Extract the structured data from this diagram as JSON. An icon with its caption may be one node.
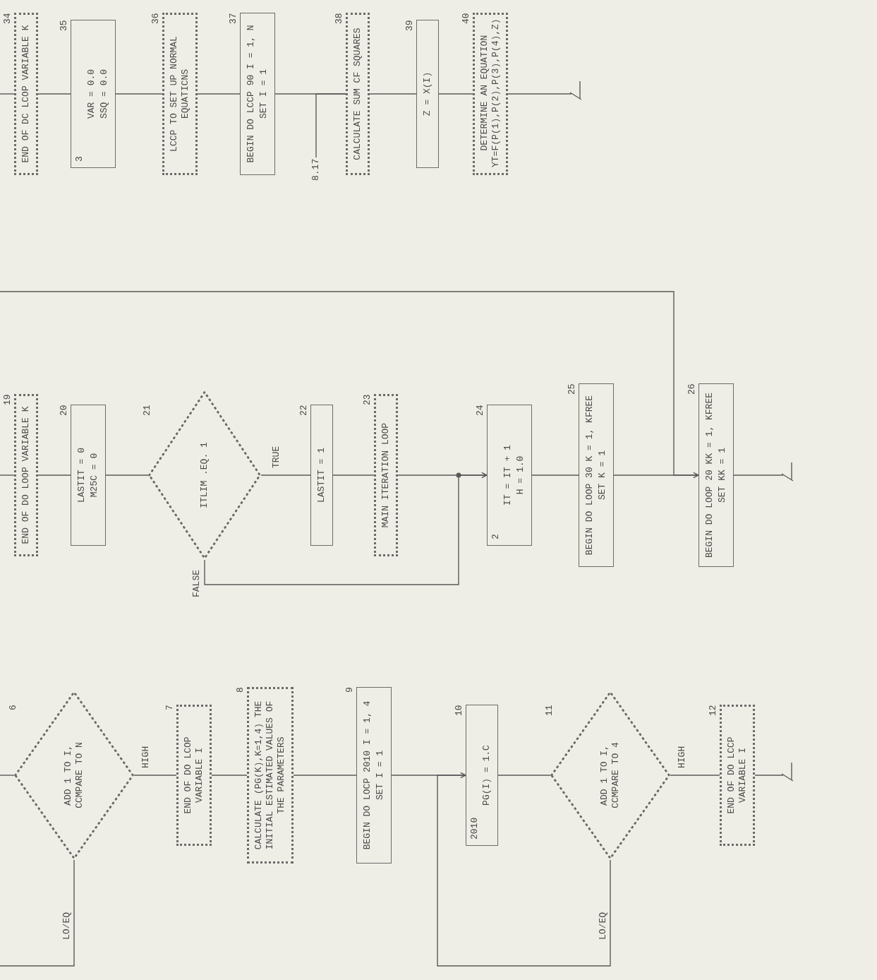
{
  "diagram": {
    "nodes": [
      {
        "text": [
          "ADD 1 TO I, CCMPARE TO N"
        ],
        "beside": [
          "6"
        ]
      },
      {
        "text": [
          "END OF DO LCOP VARIABLE I"
        ],
        "beside": [
          "7"
        ]
      },
      {
        "text": [
          "CALCULATE (PG(K),K=1,4) THE INITIAL ESTIMATED VALUES OF THE PARAMETERS"
        ],
        "beside": [
          "8"
        ]
      },
      {
        "text": [
          "BEGIN DO LOCP 2010 I = 1, 4",
          "SET I = 1"
        ],
        "beside": [
          "9"
        ]
      },
      {
        "text": [
          "2010",
          "PG(I) = 1.C"
        ],
        "beside": [
          "10"
        ]
      },
      {
        "text": [
          "ADD 1 TO I, CCMPARE TO 4"
        ],
        "beside": [
          "11"
        ]
      },
      {
        "text": [
          "END OF DO LCCP VARIABLE I"
        ],
        "beside": [
          "12"
        ]
      },
      {
        "text": [
          "END OF DO LOOP VARIABLE K"
        ],
        "beside": [
          "19"
        ]
      },
      {
        "text": [
          "LASTIT = 0",
          "M25C = 0"
        ],
        "beside": [
          "20"
        ]
      },
      {
        "text": [
          "ITLIM .EQ. 1"
        ],
        "beside": [
          "21"
        ]
      },
      {
        "text": [
          "LASTIT = 1"
        ],
        "beside": [
          "22"
        ]
      },
      {
        "text": [
          "MAIN ITERATION LOOP"
        ],
        "beside": [
          "23"
        ]
      },
      {
        "text": [
          "2",
          "IT = IT + 1",
          "H = 1.0"
        ],
        "beside": [
          "24"
        ]
      },
      {
        "text": [
          "BEGIN DO LOOP 30 K = 1, KFREE",
          "SET K = 1"
        ],
        "beside": [
          "25"
        ]
      },
      {
        "text": [
          "BEGIN DO LOOP 20 KK = 1, KFREE",
          "SET KK = 1"
        ],
        "beside": [
          "26"
        ]
      },
      {
        "text": [
          "END OF DC LCOP VARIABLE K"
        ],
        "beside": [
          "34"
        ]
      },
      {
        "text": [
          "3",
          "VAR = 0.0",
          "SSQ = 0.0"
        ],
        "beside": [
          "35"
        ]
      },
      {
        "text": [
          "LCCP TO SET UP NORMAL EQUATICNS"
        ],
        "beside": [
          "36"
        ]
      },
      {
        "text": [
          "BEGIN DO LCCP 90 I = 1, N",
          "SET I = 1"
        ],
        "beside": [
          "37"
        ]
      },
      {
        "text": [
          "8.17"
        ]
      },
      {
        "text": [
          "CALCULATE SUM CF SQUARES"
        ],
        "beside": [
          "38"
        ]
      },
      {
        "text": [
          "Z = X(I)"
        ],
        "beside": [
          "39"
        ]
      },
      {
        "text": [
          "DETERMINE AN EQUATION YT=F(P(1),P(2),P(3),P(4),Z)"
        ],
        "beside": [
          "40"
        ]
      }
    ],
    "edges": [
      {
        "from": null,
        "to": 0,
        "arrow": "none"
      },
      {
        "from": 0,
        "to": null,
        "arrow": "none",
        "label": "LO/EQ"
      },
      {
        "from": 0,
        "to": 1,
        "arrow": "none",
        "label": "HIGH"
      },
      {
        "from": 1,
        "to": 2,
        "arrow": "none"
      },
      {
        "from": 2,
        "to": 3,
        "arrow": "none"
      },
      {
        "from": 3,
        "to": 4,
        "arrow": "none"
      },
      {
        "from": 4,
        "to": 5,
        "arrow": "none"
      },
      {
        "from": 5,
        "to": 4,
        "arrow": "to",
        "label": "LO/EQ"
      },
      {
        "from": 5,
        "to": 6,
        "arrow": "none",
        "label": "HIGH"
      },
      {
        "from": 6,
        "to": null,
        "arrow": "none"
      },
      {
        "from": null,
        "to": 7,
        "arrow": "none"
      },
      {
        "from": 7,
        "to": 8,
        "arrow": "none"
      },
      {
        "from": 8,
        "to": 9,
        "arrow": "none"
      },
      {
        "from": 9,
        "to": 10,
        "arrow": "none",
        "label": "TRUE"
      },
      {
        "from": 9,
        "to": 12,
        "arrow": "to",
        "label": "FALSE"
      },
      {
        "from": 10,
        "to": 11,
        "arrow": "none"
      },
      {
        "from": 11,
        "to": 12,
        "arrow": "none"
      },
      {
        "from": 12,
        "to": 13,
        "arrow": "none"
      },
      {
        "from": 13,
        "to": 14,
        "arrow": "none"
      },
      {
        "from": 14,
        "to": null,
        "arrow": "none"
      },
      {
        "from": null,
        "to": 14,
        "arrow": "to"
      },
      {
        "from": null,
        "to": 15,
        "arrow": "none"
      },
      {
        "from": 15,
        "to": 16,
        "arrow": "none"
      },
      {
        "from": 16,
        "to": 17,
        "arrow": "none"
      },
      {
        "from": 17,
        "to": 18,
        "arrow": "none"
      },
      {
        "from": 18,
        "to": 20,
        "arrow": "none"
      },
      {
        "from": 19,
        "to": 20,
        "arrow": "none"
      },
      {
        "from": 20,
        "to": 21,
        "arrow": "none"
      },
      {
        "from": 21,
        "to": 22,
        "arrow": "none"
      },
      {
        "from": 22,
        "to": null,
        "arrow": "none"
      }
    ]
  }
}
